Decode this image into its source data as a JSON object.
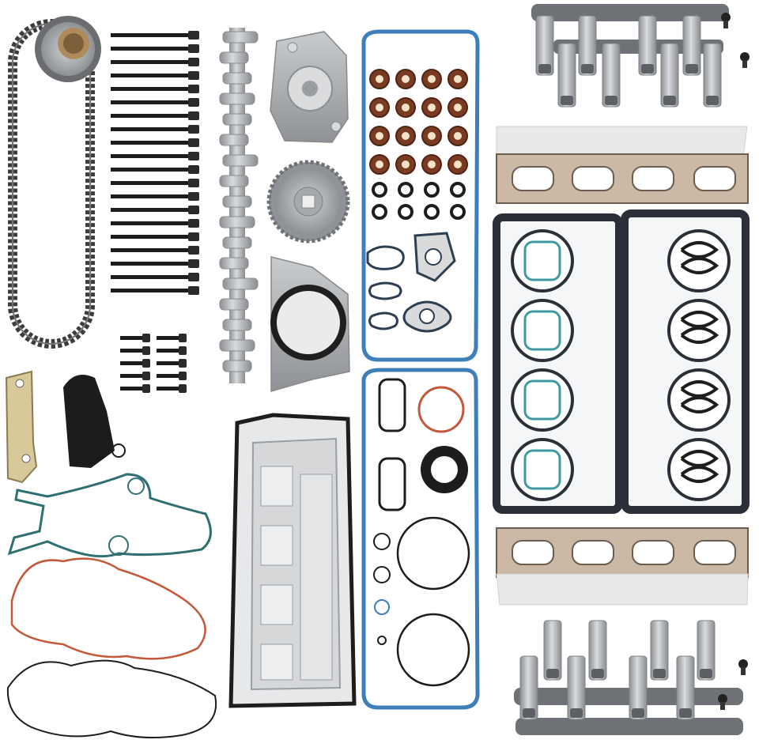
{
  "product": {
    "kind": "engine-rebuild-kit-photo",
    "components": [
      "timing-chain",
      "cam-sprocket",
      "head-bolts",
      "short-bolts",
      "camshaft",
      "oil-pump",
      "cam-phaser",
      "rear-main-seal-housing",
      "valve-stem-seals",
      "valve-cover-gaskets",
      "lifter-assemblies",
      "exhaust-manifold-gaskets",
      "head-gaskets",
      "oil-pan-gasket",
      "timing-chain-guide",
      "timing-chain-tensioner",
      "timing-cover-gaskets",
      "front-seal",
      "o-rings"
    ]
  },
  "colors": {
    "background": "#ffffff",
    "chain": "#3c3c3c",
    "metal": "#b9bcbf",
    "metal_dark": "#7d8084",
    "seal_brown": "#7a3b22",
    "gasket_blue": "#3f7fb9",
    "gasket_teal": "#2f6f72",
    "gasket_orange": "#c4583a",
    "gasket_black": "#1d1d1d",
    "head_gasket": "#2b2f38",
    "bore_ring": "#d9dde0"
  }
}
